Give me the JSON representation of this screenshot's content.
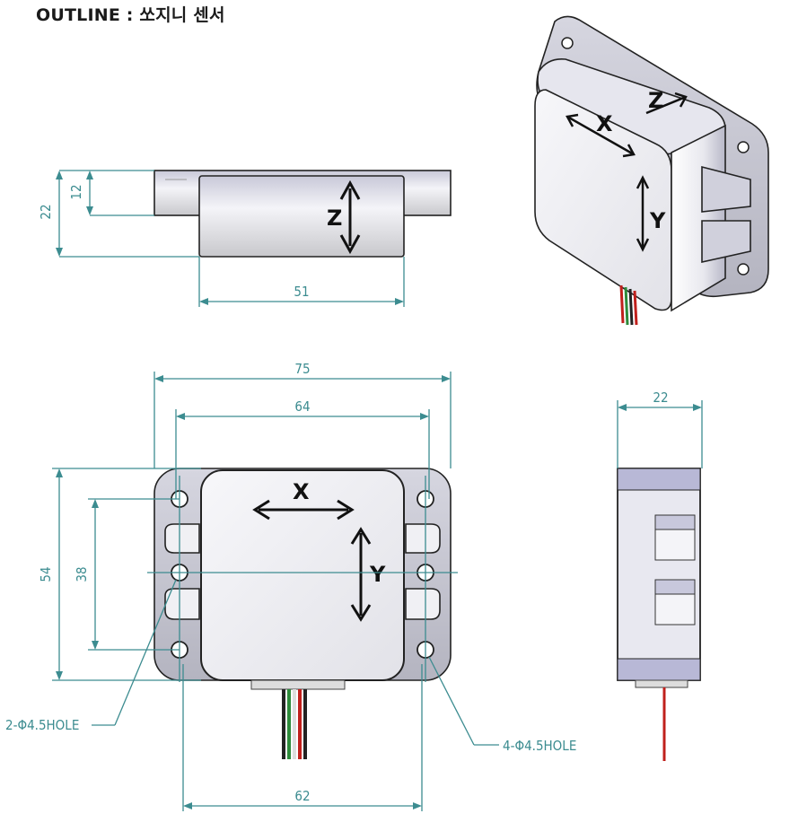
{
  "title": "OUTLINE : 쏘지니 센서",
  "dimensions": {
    "side_height": "22",
    "side_flange": "12",
    "side_width": "51",
    "top_total": "75",
    "top_holes": "64",
    "top_height": "54",
    "top_inner": "38",
    "bottom_width": "62",
    "right_width": "22"
  },
  "axes": {
    "x": "X",
    "y": "Y",
    "z": "Z"
  },
  "labels": {
    "hole_left": "2-Φ4.5HOLE",
    "hole_right": "4-Φ4.5HOLE"
  },
  "colors": {
    "dimension": "#3c8c90",
    "body": "#e8e8ee",
    "wire_red": "#c0201c",
    "wire_green": "#2d8a3a"
  }
}
